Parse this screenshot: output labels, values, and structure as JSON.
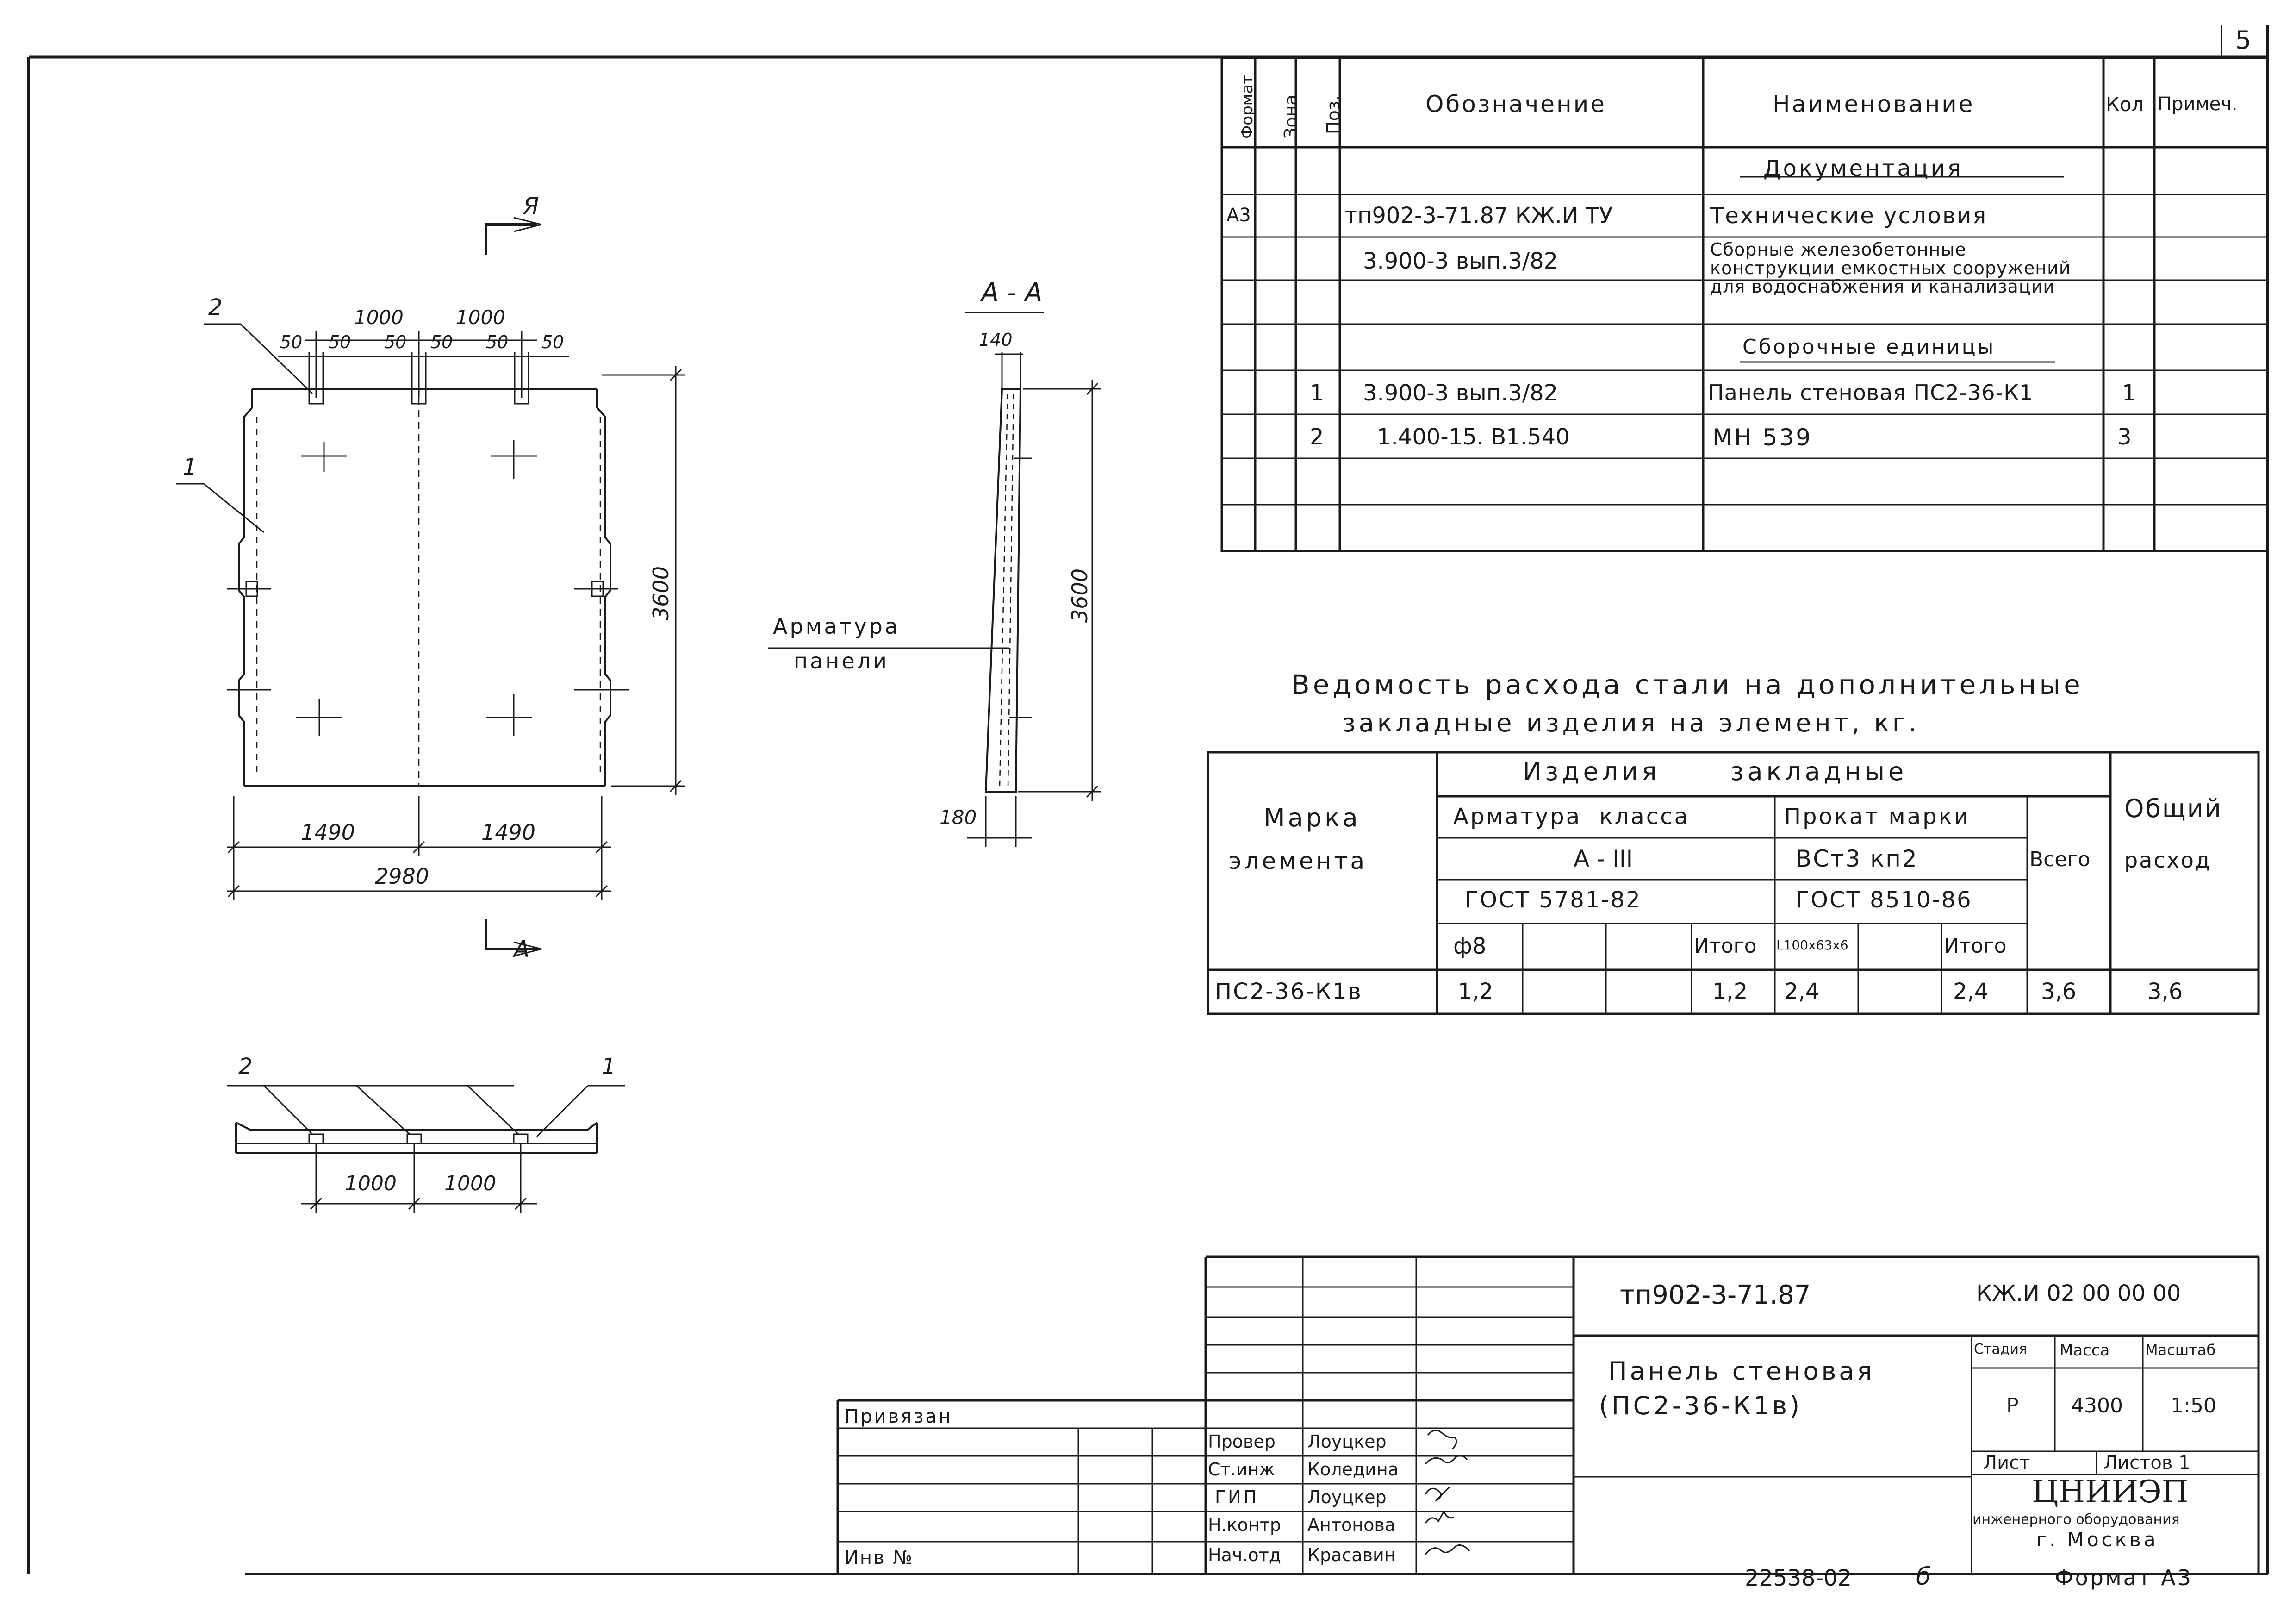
{
  "sheet": {
    "page_number": "5",
    "bottom_number": "22538-02",
    "bottom_letter": "б",
    "format_label": "Формат А3"
  },
  "spec": {
    "headers": [
      "Формат",
      "Зона",
      "Поз.",
      "Обозначение",
      "Наименование",
      "Кол",
      "Примеч."
    ],
    "rows": [
      {
        "format": "",
        "zone": "",
        "pos": "",
        "designation": "",
        "name": "Документация",
        "qty": "",
        "note": ""
      },
      {
        "format": "А3",
        "zone": "",
        "pos": "",
        "designation": "тп902-3-71.87   КЖ.И ТУ",
        "name": "Технические условия",
        "qty": "",
        "note": ""
      },
      {
        "format": "",
        "zone": "",
        "pos": "",
        "designation": "3.900-3   вып.3/82",
        "name": "Сборные железобетонные конструкции емкостных сооружений для водоснабжения и канализации",
        "qty": "",
        "note": ""
      },
      {
        "format": "",
        "zone": "",
        "pos": "",
        "designation": "",
        "name": "Сборочные единицы",
        "qty": "",
        "note": ""
      },
      {
        "format": "",
        "zone": "",
        "pos": "1",
        "designation": "3.900-3   вып.3/82",
        "name": "Панель стеновая ПС2-36-К1",
        "qty": "1",
        "note": ""
      },
      {
        "format": "",
        "zone": "",
        "pos": "2",
        "designation": "1.400-15. В1.540",
        "name": "МН 539",
        "qty": "3",
        "note": ""
      }
    ]
  },
  "drawing": {
    "section_mark_top": "Я",
    "section_mark_bottom": "А",
    "section_title": "А - А",
    "label_armatura_1": "Арматура",
    "label_armatura_2": "панели",
    "dim_1000_a": "1000",
    "dim_1000_b": "1000",
    "dim_50_1": "50",
    "dim_50_2": "50",
    "dim_50_3": "50",
    "dim_50_4": "50",
    "dim_50_5": "50",
    "dim_50_6": "50",
    "dim_3600_a": "3600",
    "dim_3600_b": "3600",
    "dim_1490_a": "1490",
    "dim_1490_b": "1490",
    "dim_2980": "2980",
    "dim_140": "140",
    "dim_180": "180",
    "plan_1000_a": "1000",
    "plan_1000_b": "1000",
    "pos_1": "1",
    "pos_2": "2",
    "plan_pos_1": "1",
    "plan_pos_2": "2"
  },
  "steel": {
    "title_line1": "Ведомость расхода стали на дополнительные",
    "title_line2": "закладные изделия на элемент, кг.",
    "mark_header_1": "Марка",
    "mark_header_2": "элемента",
    "group_header": "Изделия      закладные",
    "arm_header": "Арматура  класса",
    "arm_class": "А - III",
    "arm_gost": "ГОСТ 5781-82",
    "prokat_header": "Прокат марки",
    "prokat_grade": "ВСт3 кп2",
    "prokat_gost": "ГОСТ 8510-86",
    "total_header": "Всего",
    "overall_header_1": "Общий",
    "overall_header_2": "расход",
    "phi": "ф8",
    "itogo_1": "Итого",
    "angle": "L100x63x6",
    "itogo_2": "Итого",
    "row_mark": "ПС2-36-К1в",
    "row_phi": "1,2",
    "row_itogo1": "1,2",
    "row_angle": "2,4",
    "row_itogo2": "2,4",
    "row_total": "3,6",
    "row_overall": "3,6"
  },
  "titleblock": {
    "privyazan": "Привязан",
    "inv": "Инв №",
    "roles": [
      "Провер",
      "Ст.инж",
      "ГИП",
      "Н.контр",
      "Нач.отд"
    ],
    "names": [
      "Лоуцкер",
      "Коледина",
      "Лоуцкер",
      "Антонова",
      "Красавин"
    ],
    "project": "тп902-3-71.87",
    "code": "КЖ.И 02 00 00 00",
    "title_line1": "Панель стеновая",
    "title_line2": "(ПС2-36-К1в)",
    "stage_h": "Стадия",
    "mass_h": "Масса",
    "scale_h": "Масштаб",
    "stage": "Р",
    "mass": "4300",
    "scale": "1:50",
    "sheet_h": "Лист",
    "sheets_h": "Листов 1",
    "org_1": "ЦНИИЭП",
    "org_2": "инженерного оборудования",
    "org_3": "г. Москва"
  }
}
